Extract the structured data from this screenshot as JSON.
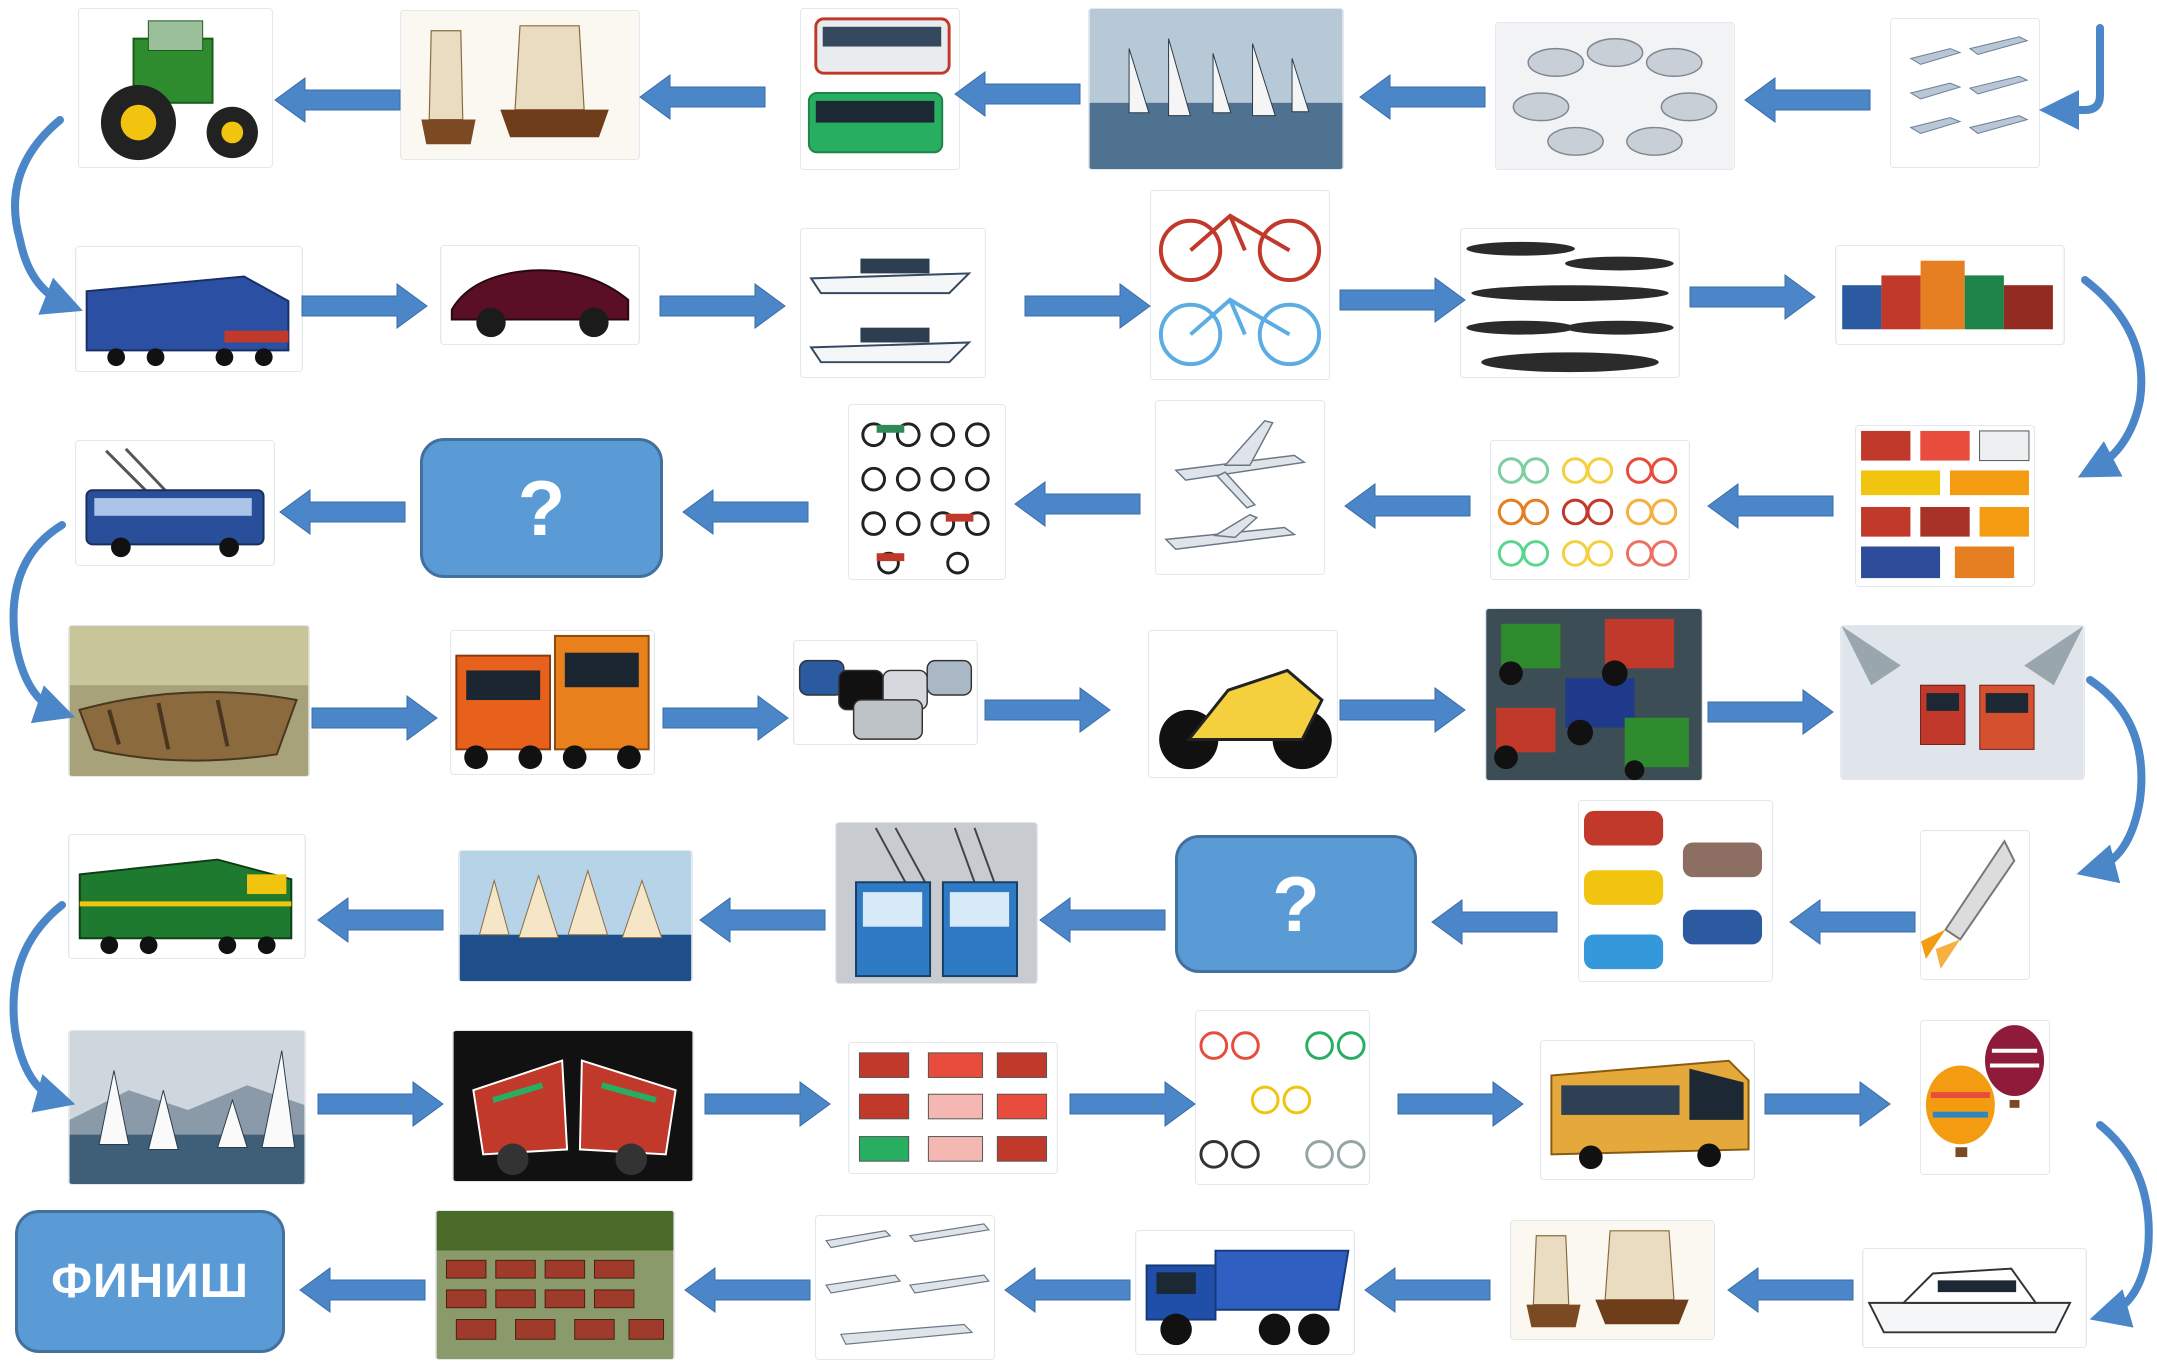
{
  "board": {
    "question_mark_1": "?",
    "question_mark_2": "?",
    "finish_label": "ФИНИШ"
  },
  "colors": {
    "arrow_fill": "#4a86c8",
    "arrow_stroke": "#3b6ea8",
    "box_fill": "#5b9bd5",
    "box_border": "#41719c",
    "box_text": "#ffffff"
  },
  "steps": [
    {
      "id": 1,
      "icon": "airplane-group-icon"
    },
    {
      "id": 2,
      "icon": "cars-group-icon"
    },
    {
      "id": 3,
      "icon": "sailboats-icon"
    },
    {
      "id": 4,
      "icon": "buses-icon"
    },
    {
      "id": 5,
      "icon": "sailing-ships-icon"
    },
    {
      "id": 6,
      "icon": "tractor-icon"
    },
    {
      "id": 7,
      "icon": "locomotive-icon"
    },
    {
      "id": 8,
      "icon": "sports-car-icon"
    },
    {
      "id": 9,
      "icon": "yachts-icon"
    },
    {
      "id": 10,
      "icon": "bicycles-icon"
    },
    {
      "id": 11,
      "icon": "submarines-icon"
    },
    {
      "id": 12,
      "icon": "trucks-icon"
    },
    {
      "id": 13,
      "icon": "buses-collection-icon"
    },
    {
      "id": 14,
      "icon": "bicycles-grid-icon"
    },
    {
      "id": 15,
      "icon": "airplanes-icon"
    },
    {
      "id": 16,
      "icon": "motorcycles-icon"
    },
    {
      "id": 17,
      "icon": "question-box"
    },
    {
      "id": 18,
      "icon": "trolleybus-icon"
    },
    {
      "id": 19,
      "icon": "rowboat-icon"
    },
    {
      "id": 20,
      "icon": "semi-trucks-icon"
    },
    {
      "id": 21,
      "icon": "cars-icon"
    },
    {
      "id": 22,
      "icon": "sport-motorcycle-icon"
    },
    {
      "id": 23,
      "icon": "tractors-icon"
    },
    {
      "id": 24,
      "icon": "trams-winter-icon"
    },
    {
      "id": 25,
      "icon": "rocket-icon"
    },
    {
      "id": 26,
      "icon": "vans-icon"
    },
    {
      "id": 27,
      "icon": "question-box"
    },
    {
      "id": 28,
      "icon": "trolleybuses-icon"
    },
    {
      "id": 29,
      "icon": "sailing-ships-sea-icon"
    },
    {
      "id": 30,
      "icon": "diesel-locomotive-icon"
    },
    {
      "id": 31,
      "icon": "sailboats-race-icon"
    },
    {
      "id": 32,
      "icon": "race-motorcycles-icon"
    },
    {
      "id": 33,
      "icon": "trams-icon"
    },
    {
      "id": 34,
      "icon": "kids-bicycles-icon"
    },
    {
      "id": 35,
      "icon": "coach-bus-icon"
    },
    {
      "id": 36,
      "icon": "hot-air-balloons-icon"
    },
    {
      "id": 37,
      "icon": "motor-yacht-icon"
    },
    {
      "id": 38,
      "icon": "sailing-ships-icon"
    },
    {
      "id": 39,
      "icon": "dump-truck-icon"
    },
    {
      "id": 40,
      "icon": "airplanes-icon"
    },
    {
      "id": 41,
      "icon": "bus-depot-icon"
    },
    {
      "id": 42,
      "icon": "finish-box"
    }
  ]
}
